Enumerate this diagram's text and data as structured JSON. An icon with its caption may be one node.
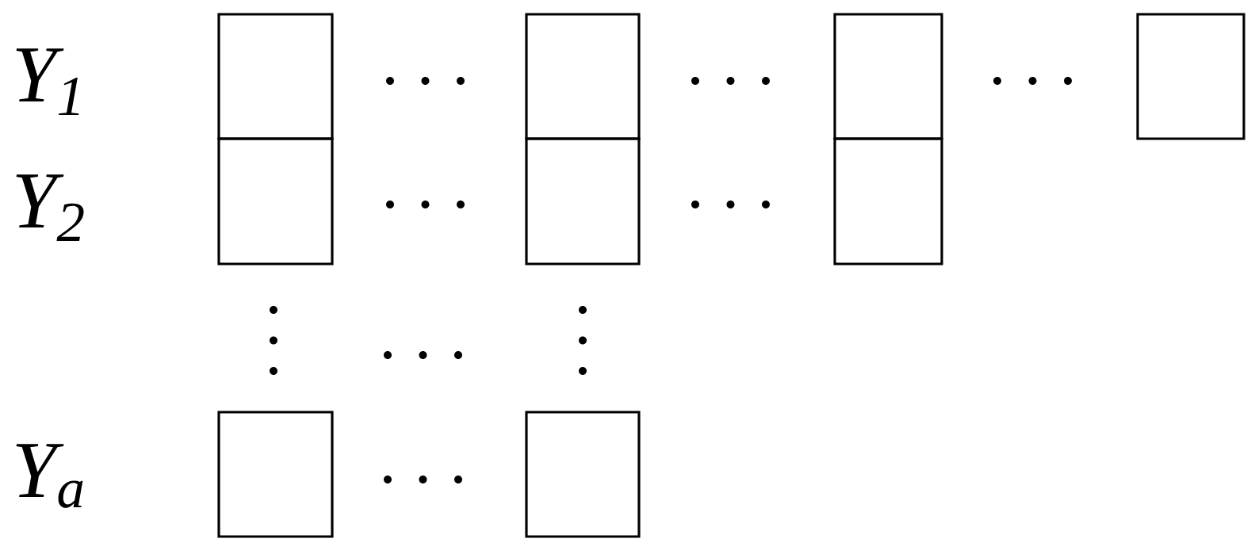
{
  "diagram": {
    "nodes": [
      {
        "text": [],
        "shape": "box"
      },
      {
        "text": [],
        "shape": "box"
      },
      {
        "text": [],
        "shape": "box"
      },
      {
        "text": [],
        "shape": "box"
      },
      {
        "text": [],
        "shape": "box"
      },
      {
        "text": [],
        "shape": "box"
      },
      {
        "text": [],
        "shape": "box"
      },
      {
        "text": [],
        "shape": "box"
      },
      {
        "text": [],
        "shape": "box"
      }
    ],
    "labels": [
      "Y$_{1}$",
      "Y$_{2}$",
      "Y$_{a}$"
    ]
  }
}
